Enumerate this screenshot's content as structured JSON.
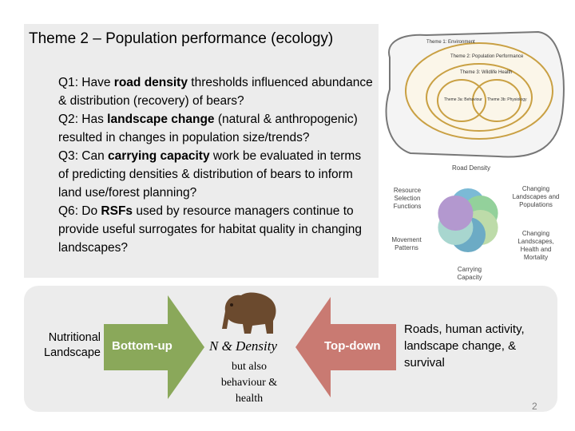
{
  "theme": {
    "title": "Theme 2 – Population performance (ecology)"
  },
  "questions": [
    {
      "id": "Q1",
      "pre": ": Have ",
      "bold": "road density",
      "post": " thresholds influenced abundance & distribution (recovery) of bears?"
    },
    {
      "id": "Q2",
      "pre": ": Has ",
      "bold": "landscape change",
      "post": " (natural & anthropogenic) resulted in changes in population size/trends?"
    },
    {
      "id": "Q3",
      "pre": ": Can ",
      "bold": "carrying capacity",
      "post": " work be evaluated in terms of predicting densities & distribution of bears to inform land use/forest planning?"
    },
    {
      "id": "Q6",
      "pre": ": Do ",
      "bold": "RSFs",
      "post": " used by resource managers continue to provide useful surrogates for habitat quality in changing landscapes?"
    }
  ],
  "theme_diagram": {
    "theme1": "Theme 1: Environment",
    "theme2": "Theme 2: Population Performance",
    "theme3": "Theme 3: Wildlife Health",
    "theme3a": "Theme 3a: Behaviour",
    "theme3b": "Theme 3b: Physiology"
  },
  "venn": {
    "top": "Road Density",
    "top_right": "Changing Landscapes and Populations",
    "right": "Changing Landscapes, Health and Mortality",
    "bottom": "Carrying Capacity",
    "left": "Movement Patterns",
    "top_left": "Resource Selection Functions",
    "colors": [
      "#4fa3c9",
      "#6fc27a",
      "#a8d08d",
      "#3b8fb2",
      "#8cc9c0",
      "#9a76bf"
    ]
  },
  "flow": {
    "nutritional": "Nutritional Landscape",
    "bottom_up": "Bottom-up",
    "n_density": "N & Density",
    "but_also": "but also behaviour & health",
    "top_down": "Top-down",
    "roads": "Roads, human activity, landscape change, & survival",
    "bottom_up_color": "#8aa85a",
    "top_down_color": "#c97a72"
  },
  "page_number": "2"
}
